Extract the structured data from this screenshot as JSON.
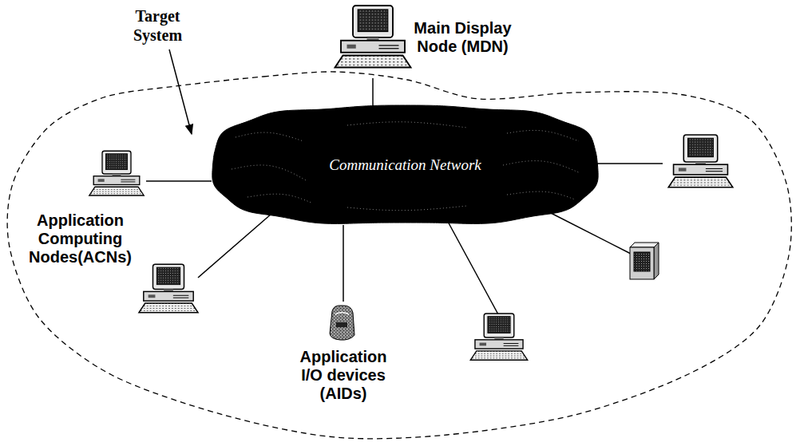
{
  "diagram": {
    "nodes": [
      {
        "text": [
          "Target System"
        ]
      },
      {
        "text": [
          "Main Display Node (MDN)"
        ]
      },
      {
        "text": [
          "Communication Network"
        ],
        "in": 0
      },
      {
        "text": [
          "Application Computing Nodes(ACNs)"
        ],
        "in": 0
      },
      {
        "text": [
          "Application I/O devices (AIDs)"
        ],
        "in": 0
      }
    ],
    "edges": [
      {
        "from": 1,
        "to": 2,
        "arrow": "none"
      },
      {
        "from": 3,
        "to": 2,
        "arrow": "none"
      },
      {
        "from": 4,
        "to": 2,
        "arrow": "none"
      }
    ]
  }
}
